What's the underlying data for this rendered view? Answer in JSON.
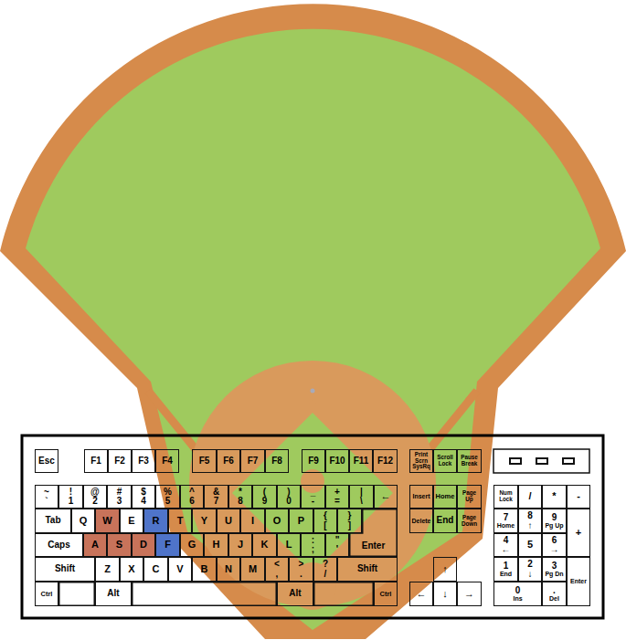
{
  "diagram": {
    "nodes": [
      {
        "text": [
          "Esc"
        ]
      },
      {
        "text": [
          "F1"
        ]
      },
      {
        "text": [
          "F2"
        ]
      },
      {
        "text": [
          "F3"
        ]
      },
      {
        "text": [
          "F4"
        ]
      },
      {
        "text": [
          "F5"
        ]
      },
      {
        "text": [
          "F6"
        ]
      },
      {
        "text": [
          "F7"
        ]
      },
      {
        "text": [
          "F8"
        ]
      },
      {
        "text": [
          "F9"
        ]
      },
      {
        "text": [
          "F10"
        ]
      },
      {
        "text": [
          "F11"
        ]
      },
      {
        "text": [
          "F12"
        ]
      },
      {
        "text": [
          "Print Scrn SysRq"
        ]
      },
      {
        "text": [
          "Scroll Lock"
        ]
      },
      {
        "text": [
          "Pause Break"
        ]
      },
      {
        "text": [
          "~",
          "`"
        ]
      },
      {
        "text": [
          "!",
          "1"
        ]
      },
      {
        "text": [
          "@",
          "2"
        ]
      },
      {
        "text": [
          "#",
          "3"
        ]
      },
      {
        "text": [
          "$",
          "4"
        ]
      },
      {
        "text": [
          "%",
          "5"
        ]
      },
      {
        "text": [
          "^",
          "6"
        ]
      },
      {
        "text": [
          "&",
          "7"
        ]
      },
      {
        "text": [
          "*",
          "8"
        ]
      },
      {
        "text": [
          "(",
          "9"
        ]
      },
      {
        "text": [
          ")",
          "0"
        ]
      },
      {
        "text": [
          "_",
          "-"
        ]
      },
      {
        "text": [
          "+",
          "="
        ]
      },
      {
        "text": [
          "|",
          "\\"
        ]
      },
      {
        "text": [
          "←"
        ]
      },
      {
        "text": [
          "Insert"
        ]
      },
      {
        "text": [
          "Home"
        ]
      },
      {
        "text": [
          "Page Up"
        ]
      },
      {
        "text": [
          "Num Lock"
        ]
      },
      {
        "text": [
          "/"
        ]
      },
      {
        "text": [
          "*"
        ]
      },
      {
        "text": [
          "-"
        ]
      },
      {
        "text": [
          "Tab"
        ]
      },
      {
        "text": [
          "Q"
        ]
      },
      {
        "text": [
          "W"
        ]
      },
      {
        "text": [
          "E"
        ]
      },
      {
        "text": [
          "R"
        ]
      },
      {
        "text": [
          "T"
        ]
      },
      {
        "text": [
          "Y"
        ]
      },
      {
        "text": [
          "U"
        ]
      },
      {
        "text": [
          "I"
        ]
      },
      {
        "text": [
          "O"
        ]
      },
      {
        "text": [
          "P"
        ]
      },
      {
        "text": [
          "{",
          "["
        ]
      },
      {
        "text": [
          "}",
          "]"
        ]
      },
      {
        "text": [
          "Enter"
        ]
      },
      {
        "text": [
          "Delete"
        ]
      },
      {
        "text": [
          "End"
        ]
      },
      {
        "text": [
          "Page Down"
        ]
      },
      {
        "text": [
          "7",
          "Home"
        ]
      },
      {
        "text": [
          "8",
          "↑"
        ]
      },
      {
        "text": [
          "9",
          "Pg Up"
        ]
      },
      {
        "text": [
          "+"
        ]
      },
      {
        "text": [
          "Caps"
        ]
      },
      {
        "text": [
          "A"
        ]
      },
      {
        "text": [
          "S"
        ]
      },
      {
        "text": [
          "D"
        ]
      },
      {
        "text": [
          "F"
        ]
      },
      {
        "text": [
          "G"
        ]
      },
      {
        "text": [
          "H"
        ]
      },
      {
        "text": [
          "J"
        ]
      },
      {
        "text": [
          "K"
        ]
      },
      {
        "text": [
          "L"
        ]
      },
      {
        "text": [
          ":",
          ";"
        ]
      },
      {
        "text": [
          "\"",
          "'"
        ]
      },
      {
        "text": [
          "4",
          "←"
        ]
      },
      {
        "text": [
          "5"
        ]
      },
      {
        "text": [
          "6",
          "→"
        ]
      },
      {
        "text": [
          "Shift"
        ]
      },
      {
        "text": [
          "Z"
        ]
      },
      {
        "text": [
          "X"
        ]
      },
      {
        "text": [
          "C"
        ]
      },
      {
        "text": [
          "V"
        ]
      },
      {
        "text": [
          "B"
        ]
      },
      {
        "text": [
          "N"
        ]
      },
      {
        "text": [
          "M"
        ]
      },
      {
        "text": [
          "<",
          ","
        ]
      },
      {
        "text": [
          ">",
          "."
        ]
      },
      {
        "text": [
          "?",
          "/"
        ]
      },
      {
        "text": [
          "Shift"
        ]
      },
      {
        "text": [
          "↑"
        ]
      },
      {
        "text": [
          "1",
          "End"
        ]
      },
      {
        "text": [
          "2",
          "↓"
        ]
      },
      {
        "text": [
          "3",
          "Pg Dn"
        ]
      },
      {
        "text": [
          "Enter"
        ]
      },
      {
        "text": [
          "Ctrl"
        ]
      },
      {
        "text": [
          "Alt"
        ]
      },
      {
        "text": [
          "Alt"
        ]
      },
      {
        "text": [
          "Ctrl"
        ]
      },
      {
        "text": [
          "←"
        ]
      },
      {
        "text": [
          "↓"
        ]
      },
      {
        "text": [
          "→"
        ]
      },
      {
        "text": [
          "0",
          "Ins"
        ]
      },
      {
        "text": [
          ".",
          "Del"
        ]
      }
    ]
  }
}
